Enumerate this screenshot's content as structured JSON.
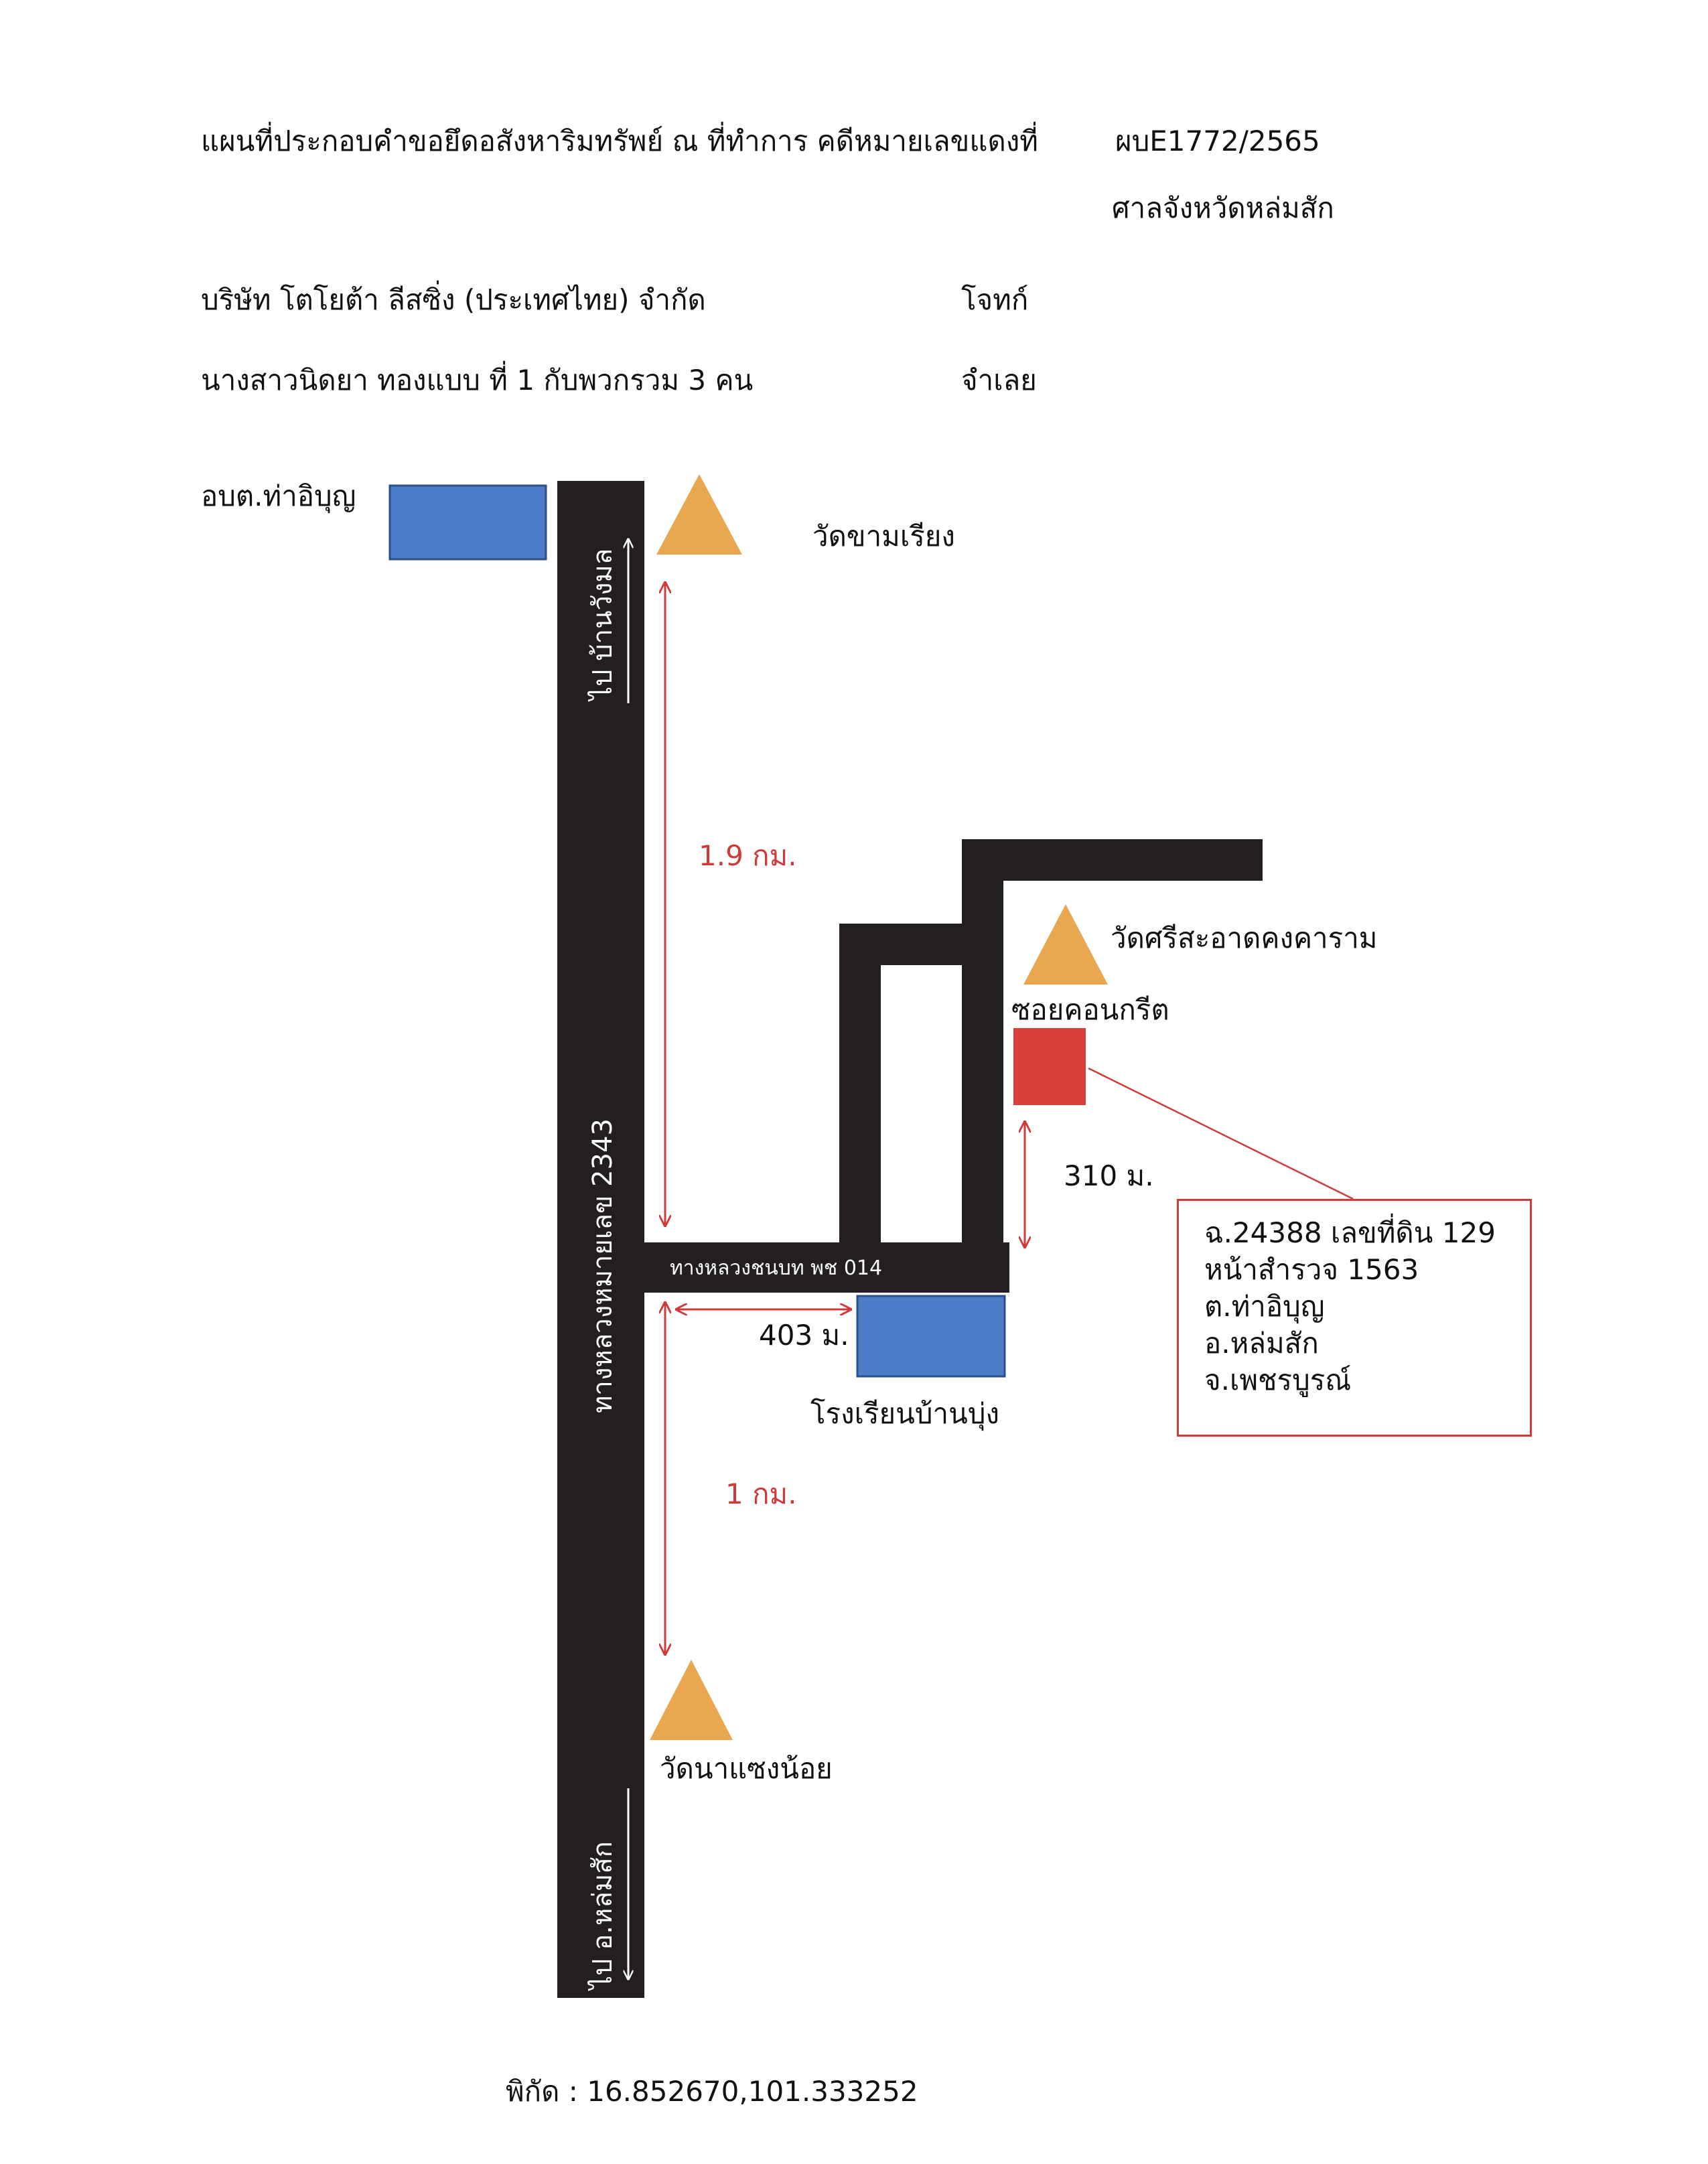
{
  "header": {
    "title": "แผนที่ประกอบคำขอยึดอสังหาริมทรัพย์ ณ ที่ทำการ คดีหมายเลขแดงที่",
    "case_no": "ผบE1772/2565",
    "court": "ศาลจังหวัดหล่มสัก",
    "plaintiff_name": "บริษัท โตโยต้า ลีสซิ่ง (ประเทศไทย) จำกัด",
    "plaintiff_role": "โจทก์",
    "defendant_name": "นางสาวนิดยา  ทองแบบ ที่ 1 กับพวกรวม 3 คน",
    "defendant_role": "จำเลย"
  },
  "map": {
    "main_road_label": "ทางหลวงหมายเลข 2343",
    "to_north_label": "ไป บ้านวังมล",
    "to_south_label": "ไป อ.หล่มสัก",
    "side_road_label": "ทางหลวงชนบท พช 014",
    "soi_label": "ซอยคอนกรีต",
    "places": {
      "sao": "อบต.ท่าอิบุญ",
      "wat_kham_riang": "วัดขามเรียง",
      "wat_si_saat": "วัดศรีสะอาดคงคาราม",
      "school": "โรงเรียนบ้านบุ่ง",
      "wat_na_saeng": "วัดนาแซงน้อย"
    },
    "distances": {
      "north": "1.9 กม.",
      "side_east": "403 ม.",
      "soi": "310 ม.",
      "south": "1 กม."
    },
    "colors": {
      "road": "#231f20",
      "office_box": "#4a7cc7",
      "target_box": "#d9403c",
      "temple": "#e9a84f",
      "measure": "#cf3b3b"
    }
  },
  "callout": {
    "line1": "ฉ.24388 เลขที่ดิน 129",
    "line2": "หน้าสำรวจ 1563",
    "line3": "ต.ท่าอิบุญ",
    "line4": "อ.หล่มสัก",
    "line5": "จ.เพชรบูรณ์"
  },
  "coordinates": "พิกัด : 16.852670,101.333252"
}
